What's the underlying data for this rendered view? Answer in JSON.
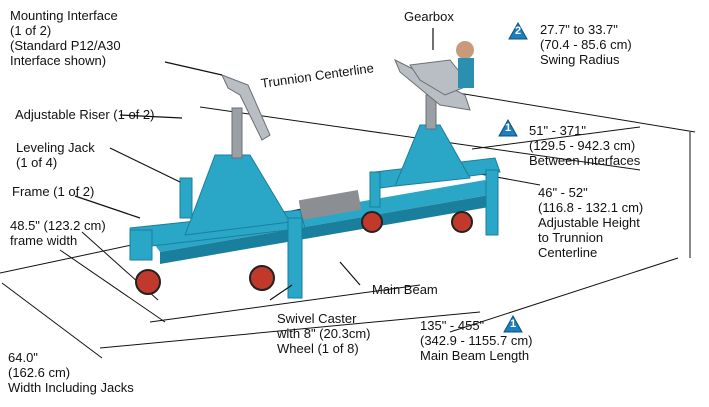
{
  "labels": {
    "mounting_interface": "Mounting Interface\n(1 of 2)\n(Standard P12/A30\nInterface shown)",
    "gearbox": "Gearbox",
    "trunnion_centerline": "Trunnion Centerline",
    "adjustable_riser": "Adjustable Riser (1 of 2)",
    "leveling_jack": "Leveling Jack\n(1 of 4)",
    "frame": "Frame (1 of 2)",
    "frame_width": "48.5\" (123.2 cm)\nframe width",
    "swing_radius": "27.7\" to 33.7\"\n(70.4 - 85.6 cm)\nSwing Radius",
    "between_interfaces": "51\" - 371\"\n(129.5 - 942.3 cm)\nBetween Interfaces",
    "adjustable_height": "46\" - 52\"\n(116.8 - 132.1 cm)\nAdjustable Height\nto Trunnion\nCenterline",
    "main_beam": "Main Beam",
    "swivel_caster": "Swivel Caster\nwith 8\" (20.3cm)\nWheel (1 of 8)",
    "main_beam_length": "135\" - 455\"\n(342.9 - 1155.7 cm)\nMain Beam Length",
    "width_including_jacks": "64.0\"\n(162.6 cm)\nWidth Including Jacks"
  },
  "badges": {
    "swing_radius_note": "2",
    "between_interfaces_note": "1",
    "main_beam_length_note": "1"
  },
  "colors": {
    "frame": "#2aa6c7",
    "frame_dark": "#1a7f9c",
    "badge": "#1b7fc0",
    "beam_gray": "#8b8f94"
  }
}
